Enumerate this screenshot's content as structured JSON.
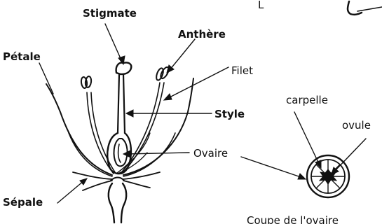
{
  "labels": {
    "stigmate": "Stigmate",
    "anthere": "Anthère",
    "filet": "Filet",
    "petale": "Pétale",
    "style": "Style",
    "ovaire": "Ovaire",
    "sepale": "Sépale",
    "carpelle": "carpelle",
    "ovule": "ovule",
    "coupe": "Coupe de l'ovaire",
    "corner_letter": "L"
  },
  "colors": {
    "ink": "#111111",
    "background": "#ffffff"
  }
}
